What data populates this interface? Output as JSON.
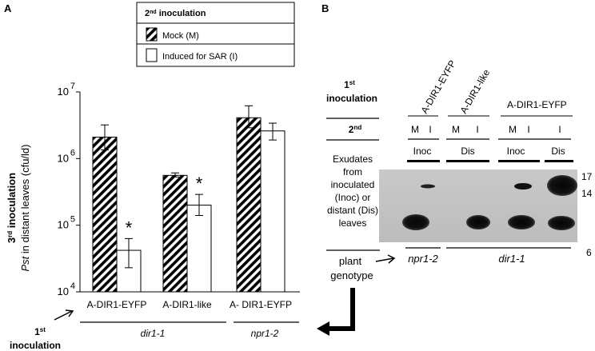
{
  "panel_a_label": "A",
  "panel_b_label": "B",
  "chart_data": {
    "type": "bar",
    "scale": "log",
    "ylim": [
      10000,
      10000000
    ],
    "yticks": [
      {
        "base": "10",
        "exp": "4",
        "value": 10000
      },
      {
        "base": "10",
        "exp": "5",
        "value": 100000
      },
      {
        "base": "10",
        "exp": "6",
        "value": 1000000
      },
      {
        "base": "10",
        "exp": "7",
        "value": 10000000
      }
    ],
    "ylabel_line1": "3",
    "ylabel_line1_sup": "rd",
    "ylabel_line1_rest": " inoculation",
    "ylabel_line2_italic": "Pst",
    "ylabel_line2_rest": " in distant leaves (cfu/ld)",
    "legend": {
      "title": "2",
      "title_sup": "nd",
      "title_rest": " inoculation",
      "entries": [
        "Mock (M)",
        "Induced for SAR (I)"
      ],
      "placement": "top-center"
    },
    "categories": [
      "A-DIR1-EYFP",
      "A-DIR1-like",
      "A- DIR1-EYFP"
    ],
    "groups": [
      "dir1-1",
      "npr1-2"
    ],
    "series": [
      {
        "name": "Mock (M)",
        "values": [
          2100000,
          560000,
          4100000
        ],
        "err_low": [
          1350000,
          530000,
          2900000
        ],
        "err_high": [
          3200000,
          610000,
          6200000
        ]
      },
      {
        "name": "Induced for SAR (I)",
        "values": [
          42000,
          200000,
          2600000
        ],
        "err_low": [
          23000,
          140000,
          1900000
        ],
        "err_high": [
          63000,
          290000,
          3400000
        ]
      }
    ],
    "significance": [
      "*",
      "*",
      ""
    ],
    "xlabel_sup_prefix": "1",
    "xlabel_sup": "st",
    "xlabel_rest": "inoculation"
  },
  "panel_b": {
    "row1_label": "1",
    "row1_sup": "st",
    "row1_rest": "inoculation",
    "col_labels": [
      "A-DIR1-EYFP",
      "A-DIR1-like",
      "A-DIR1-EYFP"
    ],
    "row2_label": "2",
    "row2_sup": "nd",
    "row2_lanes": [
      "M",
      "I",
      "M",
      "I",
      "M",
      "I",
      "I"
    ],
    "row3_labels": [
      "Inoc",
      "Dis",
      "Inoc",
      "Dis"
    ],
    "exudate_text": [
      "Exudates",
      "from",
      "inoculated",
      "(Inoc) or",
      "distant (Dis)",
      "leaves"
    ],
    "markers": [
      "17",
      "14",
      "6"
    ],
    "genotype_label": [
      "plant",
      "genotype"
    ],
    "genotypes": [
      "npr1-2",
      "dir1-1"
    ]
  }
}
